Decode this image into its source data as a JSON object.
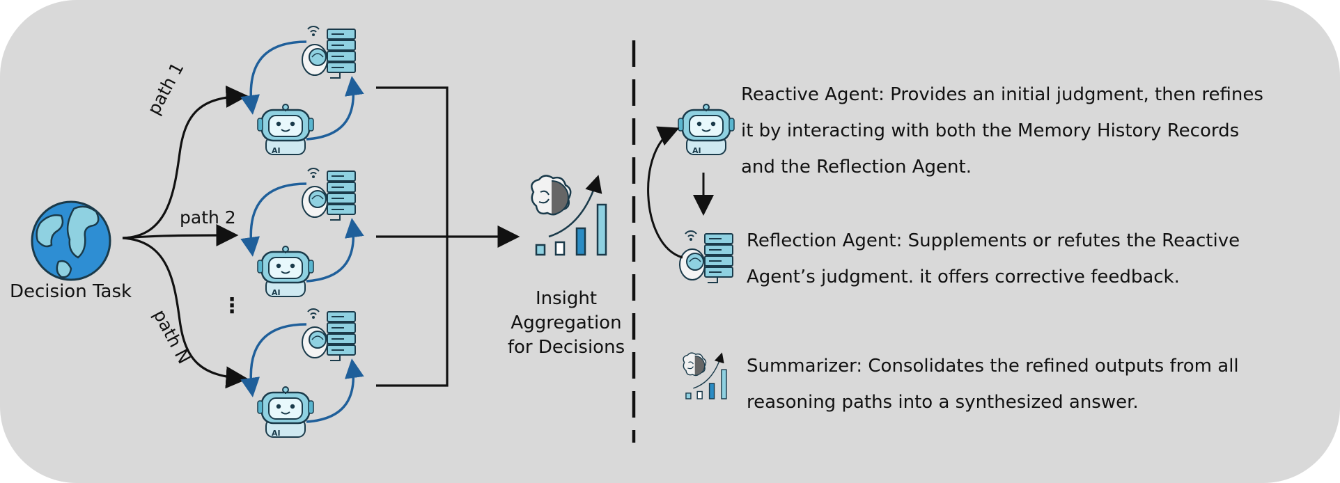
{
  "task": {
    "label": "Decision Task",
    "icon": "globe-icon"
  },
  "paths": [
    {
      "label": "path 1"
    },
    {
      "label": "path 2"
    },
    {
      "label": "path N"
    }
  ],
  "ellipsis": "⋮",
  "aggregation": {
    "line1": "Insight",
    "line2": "Aggregation",
    "line3": "for Decisions",
    "icon": "brain-chart-icon"
  },
  "legend": [
    {
      "icon": "robot-icon",
      "line1": "Reactive Agent: Provides an initial judgment, then refines",
      "line2": "it by interacting with both the Memory History Records",
      "line3": "and the Reflection Agent."
    },
    {
      "icon": "reflection-agent-icon",
      "line1": "Reflection Agent: Supplements or refutes the Reactive",
      "line2": "Agent’s judgment.  it offers corrective feedback."
    },
    {
      "icon": "brain-chart-icon",
      "line1": "Summarizer: Consolidates the refined outputs from all",
      "line2": "reasoning paths into a synthesized answer."
    }
  ],
  "colors": {
    "panel": "#d9d9d9",
    "teal": "#8cd3e3",
    "blue": "#1f7dc0",
    "dark": "#111111"
  }
}
